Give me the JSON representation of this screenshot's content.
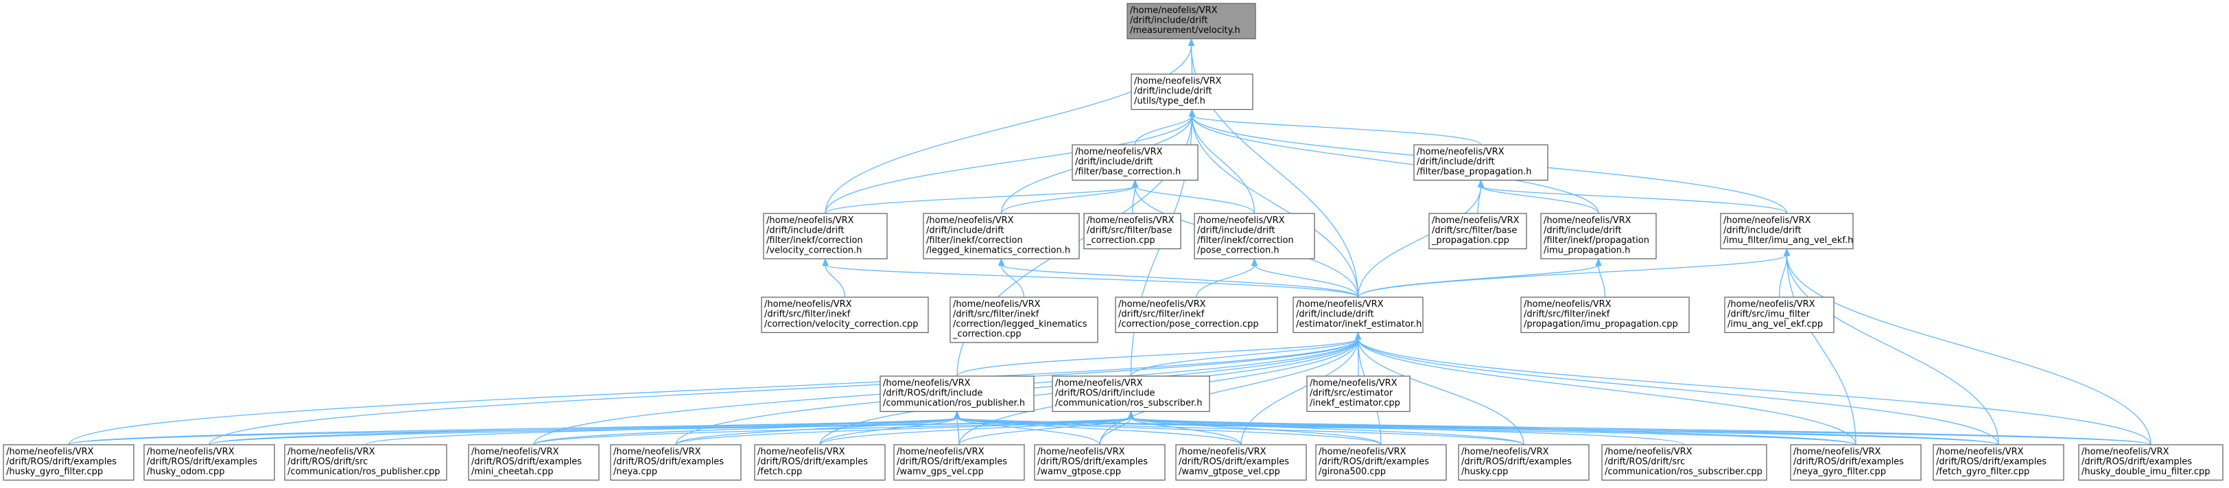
{
  "colors": {
    "edge": "#63b8ff",
    "node_fill": "#ffffff",
    "node_root_fill": "#999999",
    "node_border": "#666666"
  },
  "nodes": {
    "velocity_h": {
      "lines": [
        "/home/neofelis/VRX",
        "/drift/include/drift",
        "/measurement/velocity.h"
      ],
      "root": true
    },
    "type_def": {
      "lines": [
        "/home/neofelis/VRX",
        "/drift/include/drift",
        "/utils/type_def.h"
      ]
    },
    "base_correction_h": {
      "lines": [
        "/home/neofelis/VRX",
        "/drift/include/drift",
        "/filter/base_correction.h"
      ]
    },
    "base_propagation_h": {
      "lines": [
        "/home/neofelis/VRX",
        "/drift/include/drift",
        "/filter/base_propagation.h"
      ]
    },
    "velocity_correction_h": {
      "lines": [
        "/home/neofelis/VRX",
        "/drift/include/drift",
        "/filter/inekf/correction",
        "/velocity_correction.h"
      ]
    },
    "legged_kinematics_correction_h": {
      "lines": [
        "/home/neofelis/VRX",
        "/drift/include/drift",
        "/filter/inekf/correction",
        "/legged_kinematics_correction.h"
      ]
    },
    "base_correction_cpp": {
      "lines": [
        "/home/neofelis/VRX",
        "/drift/src/filter/base",
        "_correction.cpp"
      ]
    },
    "pose_correction_h": {
      "lines": [
        "/home/neofelis/VRX",
        "/drift/include/drift",
        "/filter/inekf/correction",
        "/pose_correction.h"
      ]
    },
    "base_propagation_cpp": {
      "lines": [
        "/home/neofelis/VRX",
        "/drift/src/filter/base",
        "_propagation.cpp"
      ]
    },
    "imu_propagation_h": {
      "lines": [
        "/home/neofelis/VRX",
        "/drift/include/drift",
        "/filter/inekf/propagation",
        "/imu_propagation.h"
      ]
    },
    "imu_ang_vel_ekf_h": {
      "lines": [
        "/home/neofelis/VRX",
        "/drift/include/drift",
        "/imu_filter/imu_ang_vel_ekf.h"
      ]
    },
    "velocity_correction_cpp": {
      "lines": [
        "/home/neofelis/VRX",
        "/drift/src/filter/inekf",
        "/correction/velocity_correction.cpp"
      ]
    },
    "legged_kinematics_correction_cpp": {
      "lines": [
        "/home/neofelis/VRX",
        "/drift/src/filter/inekf",
        "/correction/legged_kinematics",
        "_correction.cpp"
      ]
    },
    "pose_correction_cpp": {
      "lines": [
        "/home/neofelis/VRX",
        "/drift/src/filter/inekf",
        "/correction/pose_correction.cpp"
      ]
    },
    "inekf_estimator_h": {
      "lines": [
        "/home/neofelis/VRX",
        "/drift/include/drift",
        "/estimator/inekf_estimator.h"
      ]
    },
    "imu_propagation_cpp": {
      "lines": [
        "/home/neofelis/VRX",
        "/drift/src/filter/inekf",
        "/propagation/imu_propagation.cpp"
      ]
    },
    "imu_ang_vel_ekf_cpp": {
      "lines": [
        "/home/neofelis/VRX",
        "/drift/src/imu_filter",
        "/imu_ang_vel_ekf.cpp"
      ]
    },
    "ros_publisher_h": {
      "lines": [
        "/home/neofelis/VRX",
        "/drift/ROS/drift/include",
        "/communication/ros_publisher.h"
      ]
    },
    "ros_subscriber_h": {
      "lines": [
        "/home/neofelis/VRX",
        "/drift/ROS/drift/include",
        "/communication/ros_subscriber.h"
      ]
    },
    "inekf_estimator_cpp": {
      "lines": [
        "/home/neofelis/VRX",
        "/drift/src/estimator",
        "/inekf_estimator.cpp"
      ]
    },
    "husky_gyro_filter": {
      "lines": [
        "/home/neofelis/VRX",
        "/drift/ROS/drift/examples",
        "/husky_gyro_filter.cpp"
      ]
    },
    "husky_odom": {
      "lines": [
        "/home/neofelis/VRX",
        "/drift/ROS/drift/examples",
        "/husky_odom.cpp"
      ]
    },
    "ros_publisher_cpp": {
      "lines": [
        "/home/neofelis/VRX",
        "/drift/ROS/drift/src",
        "/communication/ros_publisher.cpp"
      ]
    },
    "mini_cheetah": {
      "lines": [
        "/home/neofelis/VRX",
        "/drift/ROS/drift/examples",
        "/mini_cheetah.cpp"
      ]
    },
    "neya": {
      "lines": [
        "/home/neofelis/VRX",
        "/drift/ROS/drift/examples",
        "/neya.cpp"
      ]
    },
    "fetch": {
      "lines": [
        "/home/neofelis/VRX",
        "/drift/ROS/drift/examples",
        "/fetch.cpp"
      ]
    },
    "wamv_gps_vel": {
      "lines": [
        "/home/neofelis/VRX",
        "/drift/ROS/drift/examples",
        "/wamv_gps_vel.cpp"
      ]
    },
    "wamv_gtpose": {
      "lines": [
        "/home/neofelis/VRX",
        "/drift/ROS/drift/examples",
        "/wamv_gtpose.cpp"
      ]
    },
    "wamv_gtpose_vel": {
      "lines": [
        "/home/neofelis/VRX",
        "/drift/ROS/drift/examples",
        "/wamv_gtpose_vel.cpp"
      ]
    },
    "girona500": {
      "lines": [
        "/home/neofelis/VRX",
        "/drift/ROS/drift/examples",
        "/girona500.cpp"
      ]
    },
    "husky": {
      "lines": [
        "/home/neofelis/VRX",
        "/drift/ROS/drift/examples",
        "/husky.cpp"
      ]
    },
    "ros_subscriber_cpp": {
      "lines": [
        "/home/neofelis/VRX",
        "/drift/ROS/drift/src",
        "/communication/ros_subscriber.cpp"
      ]
    },
    "neya_gyro_filter": {
      "lines": [
        "/home/neofelis/VRX",
        "/drift/ROS/drift/examples",
        "/neya_gyro_filter.cpp"
      ]
    },
    "fetch_gyro_filter": {
      "lines": [
        "/home/neofelis/VRX",
        "/drift/ROS/drift/examples",
        "/fetch_gyro_filter.cpp"
      ]
    },
    "husky_double_imu_filter": {
      "lines": [
        "/home/neofelis/VRX",
        "/drift/ROS/drift/examples",
        "/husky_double_imu_filter.cpp"
      ]
    }
  },
  "edges": [
    [
      "velocity_h",
      "type_def"
    ],
    [
      "velocity_h",
      "velocity_correction_h"
    ],
    [
      "velocity_h",
      "inekf_estimator_h"
    ],
    [
      "type_def",
      "base_correction_h"
    ],
    [
      "type_def",
      "base_propagation_h"
    ],
    [
      "type_def",
      "velocity_correction_h"
    ],
    [
      "type_def",
      "legged_kinematics_correction_h"
    ],
    [
      "type_def",
      "pose_correction_h"
    ],
    [
      "type_def",
      "imu_propagation_h"
    ],
    [
      "type_def",
      "imu_ang_vel_ekf_h"
    ],
    [
      "type_def",
      "inekf_estimator_h"
    ],
    [
      "type_def",
      "ros_publisher_h"
    ],
    [
      "type_def",
      "ros_subscriber_h"
    ],
    [
      "base_correction_h",
      "velocity_correction_h"
    ],
    [
      "base_correction_h",
      "legged_kinematics_correction_h"
    ],
    [
      "base_correction_h",
      "base_correction_cpp"
    ],
    [
      "base_correction_h",
      "pose_correction_h"
    ],
    [
      "base_correction_h",
      "inekf_estimator_h"
    ],
    [
      "base_propagation_h",
      "base_propagation_cpp"
    ],
    [
      "base_propagation_h",
      "imu_propagation_h"
    ],
    [
      "base_propagation_h",
      "imu_ang_vel_ekf_h"
    ],
    [
      "base_propagation_h",
      "inekf_estimator_h"
    ],
    [
      "velocity_correction_h",
      "velocity_correction_cpp"
    ],
    [
      "velocity_correction_h",
      "inekf_estimator_h"
    ],
    [
      "legged_kinematics_correction_h",
      "legged_kinematics_correction_cpp"
    ],
    [
      "legged_kinematics_correction_h",
      "inekf_estimator_h"
    ],
    [
      "pose_correction_h",
      "pose_correction_cpp"
    ],
    [
      "pose_correction_h",
      "inekf_estimator_h"
    ],
    [
      "imu_propagation_h",
      "imu_propagation_cpp"
    ],
    [
      "imu_propagation_h",
      "inekf_estimator_h"
    ],
    [
      "imu_ang_vel_ekf_h",
      "imu_ang_vel_ekf_cpp"
    ],
    [
      "imu_ang_vel_ekf_h",
      "inekf_estimator_h"
    ],
    [
      "imu_ang_vel_ekf_h",
      "neya_gyro_filter"
    ],
    [
      "imu_ang_vel_ekf_h",
      "fetch_gyro_filter"
    ],
    [
      "imu_ang_vel_ekf_h",
      "husky_double_imu_filter"
    ],
    [
      "inekf_estimator_h",
      "ros_publisher_h"
    ],
    [
      "inekf_estimator_h",
      "ros_subscriber_h"
    ],
    [
      "inekf_estimator_h",
      "inekf_estimator_cpp"
    ],
    [
      "inekf_estimator_h",
      "husky_gyro_filter"
    ],
    [
      "inekf_estimator_h",
      "husky_odom"
    ],
    [
      "inekf_estimator_h",
      "mini_cheetah"
    ],
    [
      "inekf_estimator_h",
      "neya"
    ],
    [
      "inekf_estimator_h",
      "fetch"
    ],
    [
      "inekf_estimator_h",
      "wamv_gps_vel"
    ],
    [
      "inekf_estimator_h",
      "wamv_gtpose"
    ],
    [
      "inekf_estimator_h",
      "wamv_gtpose_vel"
    ],
    [
      "inekf_estimator_h",
      "girona500"
    ],
    [
      "inekf_estimator_h",
      "husky"
    ],
    [
      "inekf_estimator_h",
      "neya_gyro_filter"
    ],
    [
      "inekf_estimator_h",
      "fetch_gyro_filter"
    ],
    [
      "inekf_estimator_h",
      "husky_double_imu_filter"
    ],
    [
      "ros_publisher_h",
      "husky_gyro_filter"
    ],
    [
      "ros_publisher_h",
      "husky_odom"
    ],
    [
      "ros_publisher_h",
      "ros_publisher_cpp"
    ],
    [
      "ros_publisher_h",
      "mini_cheetah"
    ],
    [
      "ros_publisher_h",
      "neya"
    ],
    [
      "ros_publisher_h",
      "fetch"
    ],
    [
      "ros_publisher_h",
      "wamv_gps_vel"
    ],
    [
      "ros_publisher_h",
      "wamv_gtpose"
    ],
    [
      "ros_publisher_h",
      "wamv_gtpose_vel"
    ],
    [
      "ros_publisher_h",
      "girona500"
    ],
    [
      "ros_publisher_h",
      "husky"
    ],
    [
      "ros_publisher_h",
      "neya_gyro_filter"
    ],
    [
      "ros_publisher_h",
      "fetch_gyro_filter"
    ],
    [
      "ros_publisher_h",
      "husky_double_imu_filter"
    ],
    [
      "ros_subscriber_h",
      "husky_gyro_filter"
    ],
    [
      "ros_subscriber_h",
      "husky_odom"
    ],
    [
      "ros_subscriber_h",
      "mini_cheetah"
    ],
    [
      "ros_subscriber_h",
      "neya"
    ],
    [
      "ros_subscriber_h",
      "fetch"
    ],
    [
      "ros_subscriber_h",
      "wamv_gps_vel"
    ],
    [
      "ros_subscriber_h",
      "wamv_gtpose"
    ],
    [
      "ros_subscriber_h",
      "wamv_gtpose_vel"
    ],
    [
      "ros_subscriber_h",
      "girona500"
    ],
    [
      "ros_subscriber_h",
      "husky"
    ],
    [
      "ros_subscriber_h",
      "ros_subscriber_cpp"
    ],
    [
      "ros_subscriber_h",
      "neya_gyro_filter"
    ],
    [
      "ros_subscriber_h",
      "fetch_gyro_filter"
    ],
    [
      "ros_subscriber_h",
      "husky_double_imu_filter"
    ]
  ]
}
